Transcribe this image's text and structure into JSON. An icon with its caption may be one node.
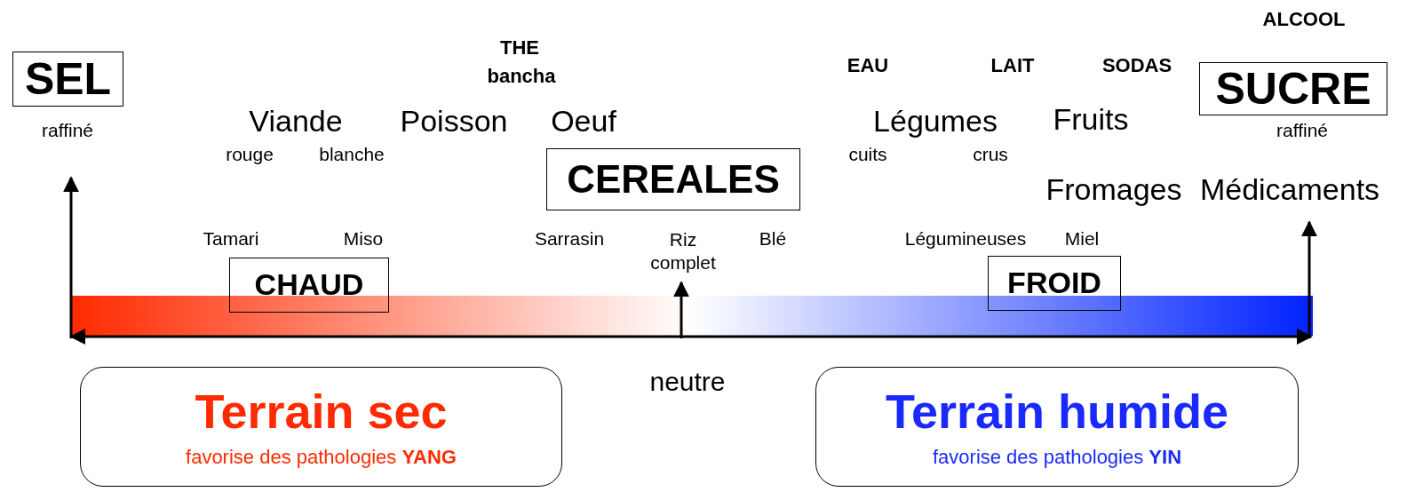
{
  "diagram": {
    "nodes": [
      {
        "text": [
          "SEL"
        ],
        "beside": [
          "raffiné"
        ]
      },
      {
        "text": [
          "SUCRE"
        ],
        "beside": [
          "raffiné"
        ]
      },
      {
        "text": [
          "CEREALES"
        ]
      },
      {
        "text": [
          "CHAUD"
        ]
      },
      {
        "text": [
          "FROID"
        ]
      },
      {
        "text": [
          "Terrain sec",
          "favorise des pathologies **YANG**"
        ]
      },
      {
        "text": [
          "Terrain humide",
          "favorise des pathologies **YIN**"
        ]
      }
    ],
    "edges": [],
    "labels": [
      "ALCOOL",
      "THE",
      "EAU",
      "LAIT",
      "SODAS",
      "bancha",
      "Viande",
      "Poisson",
      "Oeuf",
      "Légumes",
      "Fruits",
      "rouge",
      "blanche",
      "cuits",
      "crus",
      "Fromages",
      "Médicaments",
      "Tamari",
      "Miso",
      "Sarrasin",
      "Riz complet",
      "Blé",
      "Légumineuses",
      "Miel",
      "neutre"
    ]
  }
}
